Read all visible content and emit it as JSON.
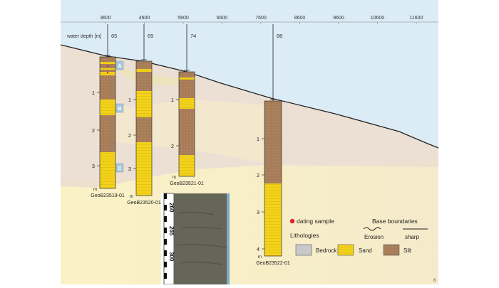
{
  "distance_ticks": [
    "3600",
    "4600",
    "5600",
    "6600",
    "7600",
    "8600",
    "9600",
    "10600",
    "11600"
  ],
  "water_depth_label": "water depth [m]",
  "cores": [
    {
      "id": "GeoB23519-01",
      "water_depth": "65",
      "depth_ticks": [
        "1",
        "2",
        "3"
      ],
      "unit_label": "m",
      "correlation_markers": [
        "A",
        "B",
        "C"
      ]
    },
    {
      "id": "GeoB23520-01",
      "water_depth": "69",
      "depth_ticks": [
        "1",
        "2",
        "3"
      ],
      "unit_label": "m"
    },
    {
      "id": "GeoB23521-01",
      "water_depth": "74",
      "depth_ticks": [
        "1",
        "2"
      ],
      "unit_label": "m"
    },
    {
      "id": "GeoB23522-01",
      "water_depth": "88",
      "depth_ticks": [
        "1",
        "2",
        "3",
        "4"
      ],
      "unit_label": "m"
    }
  ],
  "photo_scale": [
    "260",
    "265",
    "300"
  ],
  "legend": {
    "dating_sample": "dating sample",
    "base_boundaries_title": "Base boundaries",
    "erosion": "Erosion",
    "sharp": "sharp",
    "lithologies_title": "Lithologies",
    "bedrock": "Bedrock",
    "sand": "Sand",
    "silt": "Silt"
  },
  "colors": {
    "water": "#dcecf6",
    "silt_fill": "#a87f5a",
    "sand_fill": "#f3d21a",
    "bedrock_fill": "#c9c9cd",
    "dating_dot": "#d9262b",
    "marker_fill": "#a9c7da"
  },
  "page_number": "6"
}
